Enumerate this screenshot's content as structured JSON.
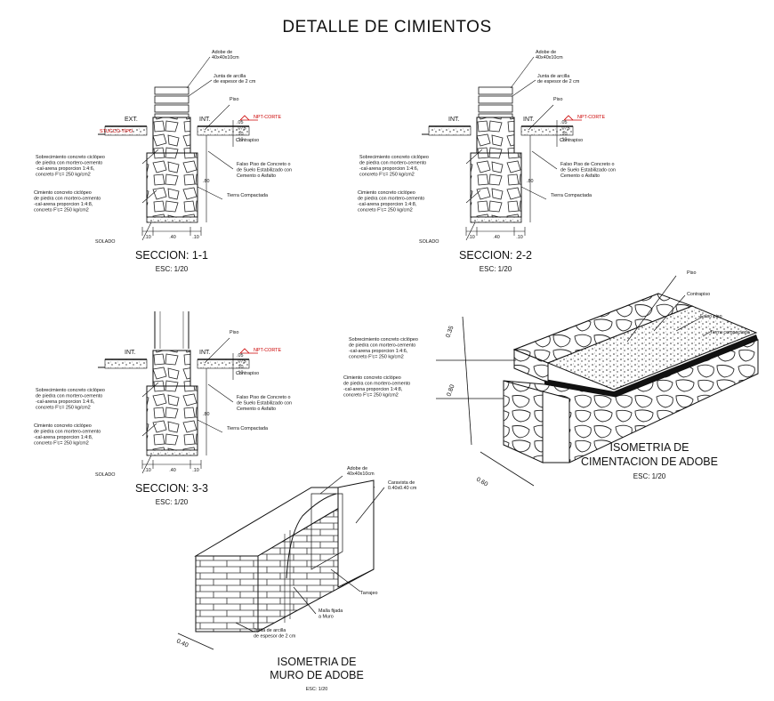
{
  "title": "DETALLE DE CIMIENTOS",
  "sections": [
    {
      "id": "s1",
      "title": "SECCION: 1-1",
      "scale": "ESC: 1/20",
      "left_label": "EXT.",
      "right_label": "INT.",
      "top_tag": "Adobe de\n40x40x10cm",
      "joint": "Junta de arcilla\nde espesor de 2 cm",
      "piso": "Piso",
      "npt": "NPT-CORTE",
      "contrapiso": "Contrapiso",
      "falso_piso": "Falso Piso de Concreto o\nde Suelo Estabilizado con\nCemento o Asfalto",
      "tierra": "Tierra Compactada",
      "sobrecimiento": "Sobrecimiento concreto ciclópeo\nde piedra con mortero-cemento\n-cal-arena proporcion 1:4:6,\nconcreto F'c= 250 kg/cm2",
      "cimiento": "Cimiento concreto ciclópeo\nde piedra con mortero-cemento\n-cal-arena proporcion 1:4:8,\nconcreto F'c= 250 kg/cm2",
      "solado": "SOLADO",
      "extra_left": "STUCCO-TIPO",
      "dims": [
        ".10",
        ".40",
        ".10"
      ],
      "side_dims": [
        ".05",
        ".075",
        ".10",
        ".10"
      ],
      "depth": ".80"
    },
    {
      "id": "s2",
      "title": "SECCION: 2-2",
      "scale": "ESC: 1/20",
      "left_label": "INT.",
      "right_label": "INT.",
      "top_tag": "Adobe de\n40x40x10cm",
      "joint": "Junta de arcilla\nde espesor de 2 cm",
      "piso": "Piso",
      "npt": "NPT-CORTE",
      "contrapiso": "Contrapiso",
      "falso_piso": "Falso Piso de Concreto o\nde Suelo Estabilizado con\nCemento o Asfalto",
      "tierra": "Tierra Compactada",
      "sobrecimiento": "Sobrecimiento concreto ciclópeo\nde piedra con mortero-cemento\n-cal-arena proporcion 1:4:6,\nconcreto F'c= 250 kg/cm2",
      "cimiento": "Cimiento concreto ciclópeo\nde piedra con mortero-cemento\n-cal-arena proporcion 1:4:8,\nconcreto F'c= 250 kg/cm2",
      "solado": "SOLADO",
      "extra_left": "",
      "dims": [
        ".10",
        ".40",
        ".10"
      ],
      "side_dims": [
        ".05",
        ".075",
        ".10",
        ".10"
      ],
      "depth": ".80"
    },
    {
      "id": "s3",
      "title": "SECCION: 3-3",
      "scale": "ESC: 1/20",
      "left_label": "INT.",
      "right_label": "INT.",
      "top_tag": "",
      "joint": "",
      "piso": "Piso",
      "npt": "NPT-CORTE",
      "contrapiso": "Contrapiso",
      "falso_piso": "Falso Piso de Concreto o\nde Suelo Estabilizado con\nCemento o Asfalto",
      "tierra": "Tierra Compactada",
      "sobrecimiento": "Sobrecimiento concreto ciclópeo\nde piedra con mortero-cemento\n-cal-arena proporcion 1:4:6,\nconcreto F'c= 250 kg/cm2",
      "cimiento": "Cimiento concreto ciclópeo\nde piedra con mortero-cemento\n-cal-arena proporcion 1:4:8,\nconcreto F'c= 250 kg/cm2",
      "solado": "SOLADO",
      "extra_left": "",
      "dims": [
        ".10",
        ".40",
        ".10"
      ],
      "side_dims": [
        ".05",
        ".075",
        ".10",
        ".10"
      ],
      "depth": ".80"
    }
  ],
  "iso_cimentacion": {
    "title_line1": "ISOMETRIA DE",
    "title_line2": "CIMENTACION DE ADOBE",
    "scale": "ESC: 1/20",
    "piso": "Piso",
    "contrapiso": "Contrapiso",
    "falso_piso": "Falso piso",
    "tierra": "Tierra compactada",
    "sobrecimiento": "Sobrecimiento concreto ciclópeo\nde piedra con mortero-cemento\n-cal-arena proporcion 1:4:6,\nconcreto F'c= 250 kg/cm2",
    "cimiento": "Cimiento concreto ciclópeo\nde piedra con mortero-cemento\n-cal-arena proporcion 1:4:8,\nconcreto F'c= 250 kg/cm2",
    "dim_a": "0.35",
    "dim_b": "0.80",
    "dim_c": "0.60"
  },
  "iso_muro": {
    "title_line1": "ISOMETRIA DE",
    "title_line2": "MURO DE ADOBE",
    "scale": "ESC: 1/20",
    "adobe": "Adobe de\n40x40x10cm",
    "caravista": "Caravista de\n0.40x0.40 cm",
    "tarrajeo": "Tarrajeo",
    "malla": "Malla fijada\na Muro",
    "junta": "Junta de arcilla\nde espesor de 2 cm",
    "dim": "0.40"
  }
}
